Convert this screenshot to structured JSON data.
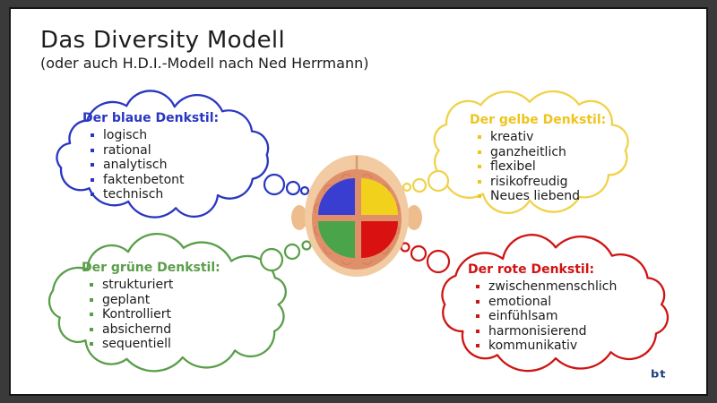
{
  "title": "Das Diversity Modell",
  "subtitle": "(oder auch H.D.I.-Modell nach Ned Herrmann)",
  "clouds": [
    {
      "id": "blue",
      "title": "Der blaue Denkstil:",
      "items": [
        "logisch",
        "rational",
        "analytisch",
        "faktenbetont",
        "technisch"
      ]
    },
    {
      "id": "yellow",
      "title": "Der gelbe Denkstil:",
      "items": [
        "kreativ",
        "ganzheitlich",
        "flexibel",
        "risikofreudig",
        "Neues liebend"
      ]
    },
    {
      "id": "green",
      "title": "Der grüne Denkstil:",
      "items": [
        "strukturiert",
        "geplant",
        "Kontrolliert",
        "absichernd",
        "sequentiell"
      ]
    },
    {
      "id": "red",
      "title": "Der rote Denkstil:",
      "items": [
        "zwischenmenschlich",
        "emotional",
        "einfühlsam",
        "harmonisierend",
        "kommunikativ"
      ]
    }
  ],
  "brain_quadrants": [
    {
      "name": "blue-quadrant",
      "color": "#3a3ed0"
    },
    {
      "name": "yellow-quadrant",
      "color": "#f2d11c"
    },
    {
      "name": "green-quadrant",
      "color": "#4aa44a"
    },
    {
      "name": "red-quadrant",
      "color": "#d91111"
    }
  ],
  "logo": "bt",
  "colors": {
    "blue": "#2936c0",
    "yellow": "#eec41e",
    "yellow_stroke": "#f0d24a",
    "green": "#5a9e4a",
    "red": "#cf1414",
    "brain_blue": "#3a3ed0",
    "brain_yellow": "#f2d11c",
    "brain_green": "#4aa44a",
    "brain_red": "#d91111",
    "skin": "#f2cba2",
    "cortex": "#e08f6b",
    "text": "#1b1b1b",
    "title_text": "#1d1d1d",
    "logo_blue": "#1c3f78",
    "frame": "#3a3a3a"
  }
}
